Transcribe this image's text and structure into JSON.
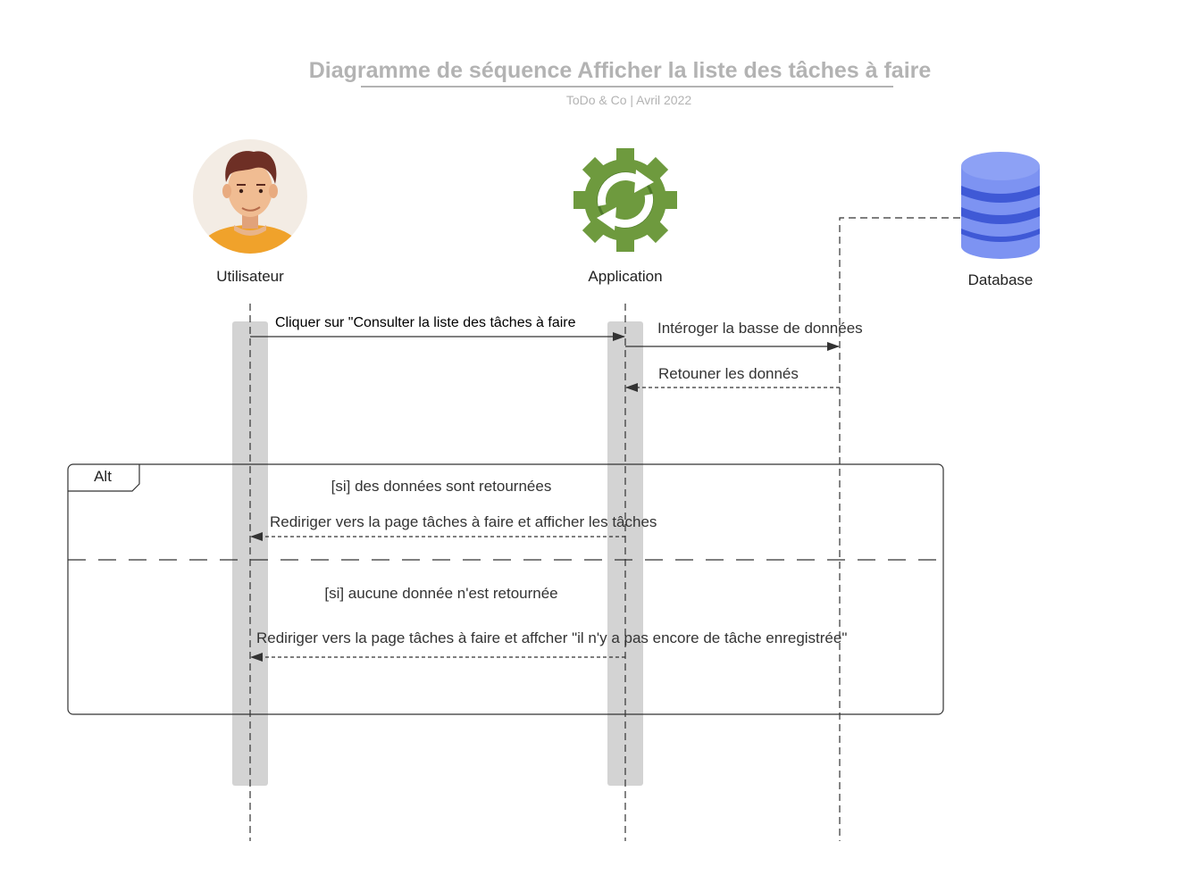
{
  "header": {
    "title": "Diagramme de séquence Afficher la liste des tâches à faire",
    "subtitle": "ToDo & Co  | Avril 2022"
  },
  "participants": [
    {
      "id": "user",
      "label": "Utilisateur",
      "icon": "user-avatar-icon"
    },
    {
      "id": "app",
      "label": "Application",
      "icon": "gear-sync-icon"
    },
    {
      "id": "db",
      "label": "Database",
      "icon": "database-icon"
    }
  ],
  "messages": {
    "m1": "Cliquer sur \"Consulter la liste des tâches à faire",
    "m2": "Intéroger la basse de données",
    "m3": "Retouner les donnés",
    "m4": "Rediriger vers la page tâches à faire et afficher les tâches",
    "m5": "Rediriger vers la page tâches à faire et affcher \"il n'y a pas encore de tâche enregistrée\""
  },
  "fragment": {
    "operator": "Alt",
    "guard1": "[si] des données sont retournées",
    "guard2": "[si] aucune donnée n'est retournée"
  },
  "colors": {
    "title": "#b3b3b3",
    "activation": "#d3d3d3",
    "gear": "#6e9a3e",
    "database": "#7d93f2",
    "database_band": "#3f59d6"
  }
}
